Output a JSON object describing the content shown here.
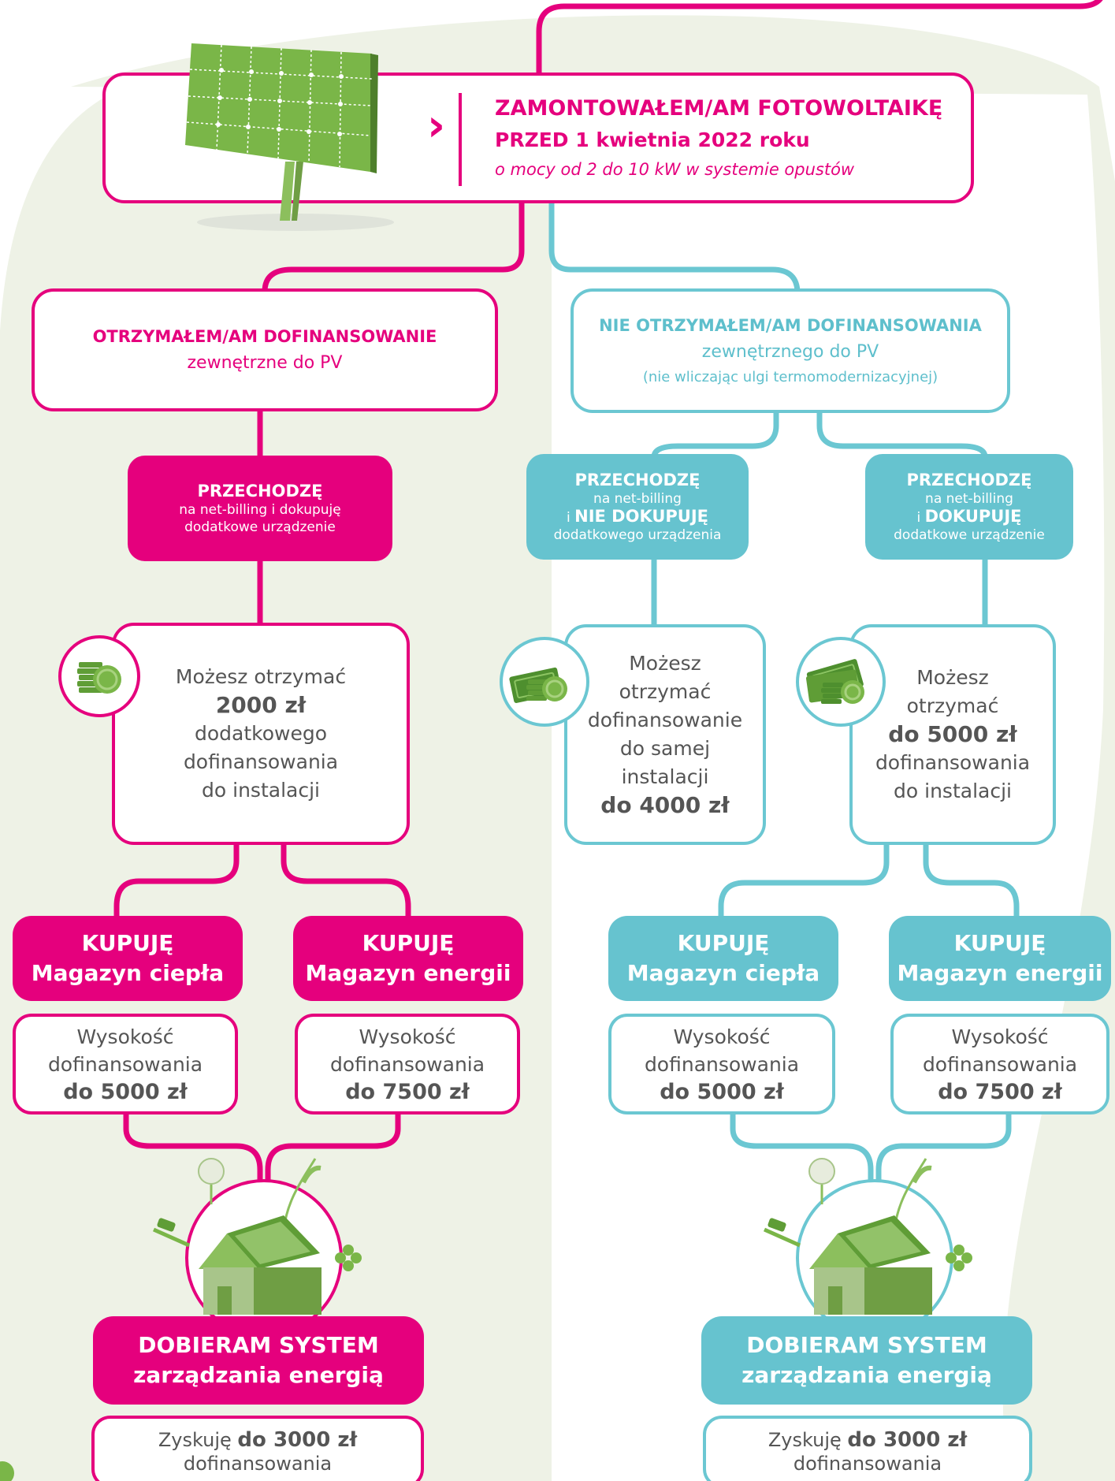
{
  "header": {
    "title": "ZAMONTOWAŁEM/AM FOTOWOLTAIKĘ",
    "subtitle": "PRZED 1 kwietnia 2022 roku",
    "note": "o mocy od 2 do 10 kW w systemie opustów",
    "arrow": "›"
  },
  "left": {
    "question_title": "OTRZYMAŁEM/AM DOFINANSOWANIE",
    "question_sub": "zewnętrzne do PV",
    "action": {
      "title": "PRZECHODZĘ",
      "line1": "na net-billing i dokupuję",
      "line2": "dodatkowe urządzenie"
    },
    "info": {
      "l1": "Możesz otrzymać",
      "amount": "2000 zł",
      "l2": "dodatkowego",
      "l3": "dofinansowania",
      "l4": "do instalacji"
    },
    "buy_heat": {
      "l1": "KUPUJĘ",
      "l2": "Magazyn ciepła"
    },
    "buy_energy": {
      "l1": "KUPUJĘ",
      "l2": "Magazyn energii"
    },
    "heat_amount": {
      "l1": "Wysokość",
      "l2": "dofinansowania",
      "amount": "do 5000 zł"
    },
    "energy_amount": {
      "l1": "Wysokość",
      "l2": "dofinansowania",
      "amount": "do 7500 zł"
    },
    "system": {
      "l1": "DOBIERAM SYSTEM",
      "l2": "zarządzania energią"
    },
    "gain": {
      "prefix": "Zyskuję",
      "amount": "do 3000 zł",
      "l2": "dofinansowania"
    }
  },
  "right": {
    "question_title": "NIE OTRZYMAŁEM/AM DOFINANSOWANIA",
    "question_sub": "zewnętrznego do PV",
    "question_note": "(nie wliczając ulgi termomodernizacyjnej)",
    "action_a": {
      "title": "PRZECHODZĘ",
      "line1": "na net-billing",
      "line2_prefix": "i",
      "line2_bold": "NIE DOKUPUJĘ",
      "line3": "dodatkowego urządzenia"
    },
    "action_b": {
      "title": "PRZECHODZĘ",
      "line1": "na net-billing",
      "line2_prefix": "i",
      "line2_bold": "DOKUPUJĘ",
      "line3": "dodatkowe urządzenie"
    },
    "info_a": {
      "l1": "Możesz",
      "l2": "otrzymać",
      "l3": "dofinansowanie",
      "l4": "do samej",
      "l5": "instalacji",
      "amount": "do 4000 zł"
    },
    "info_b": {
      "l1": "Możesz",
      "l2": "otrzymać",
      "amount": "do 5000 zł",
      "l3": "dofinansowania",
      "l4": "do instalacji"
    },
    "buy_heat": {
      "l1": "KUPUJĘ",
      "l2": "Magazyn ciepła"
    },
    "buy_energy": {
      "l1": "KUPUJĘ",
      "l2": "Magazyn energii"
    },
    "heat_amount": {
      "l1": "Wysokość",
      "l2": "dofinansowania",
      "amount": "do 5000 zł"
    },
    "energy_amount": {
      "l1": "Wysokość",
      "l2": "dofinansowania",
      "amount": "do 7500 zł"
    },
    "system": {
      "l1": "DOBIERAM SYSTEM",
      "l2": "zarządzania energią"
    },
    "gain": {
      "prefix": "Zyskuję",
      "amount": "do 3000 zł",
      "l2": "dofinansowania"
    }
  },
  "icons": {
    "solar_panel": "solar-panel-icon",
    "coins": "coin-stack-icon",
    "banknotes": "banknote-icon",
    "house": "green-house-icon"
  },
  "colors": {
    "magenta": "#e5007d",
    "teal": "#66c3cf",
    "panel_green": "#7ab648",
    "background_blob": "#eef2e6",
    "text_gray": "#555555"
  }
}
